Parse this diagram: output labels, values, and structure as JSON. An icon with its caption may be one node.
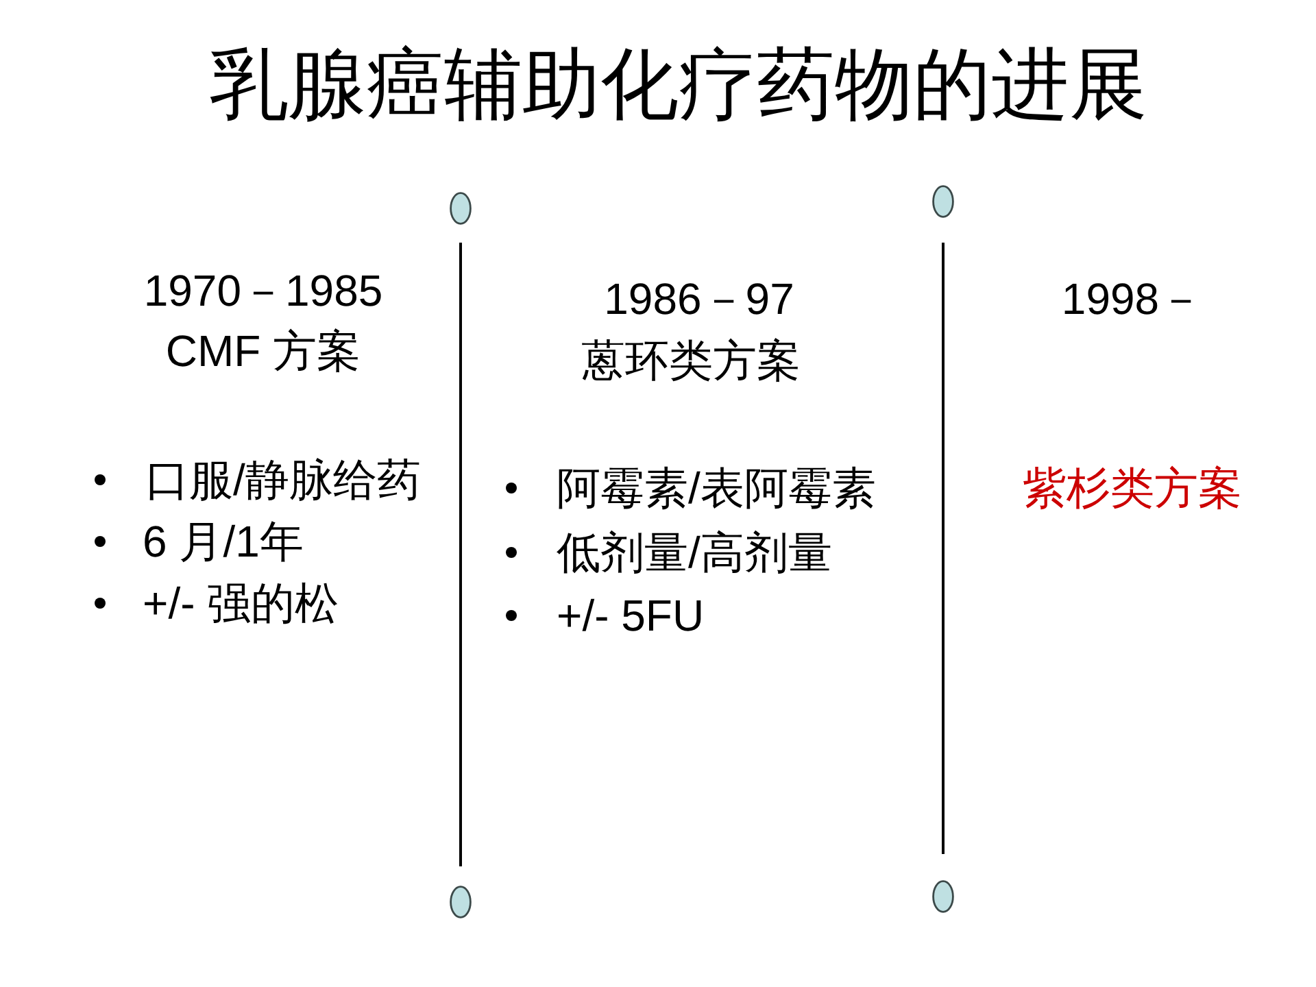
{
  "diagram": {
    "title": "乳腺癌辅助化疗药物的进展",
    "labels": [
      "1970－1985",
      "CMF 方案",
      "口服/静脉给药",
      "6 月/1年",
      "+/- 强的松",
      "1986－97",
      "蒽环类方案",
      "阿霉素/表阿霉素",
      "低剂量/高剂量",
      "+/- 5FU",
      "1998－",
      "紫杉类方案"
    ]
  }
}
